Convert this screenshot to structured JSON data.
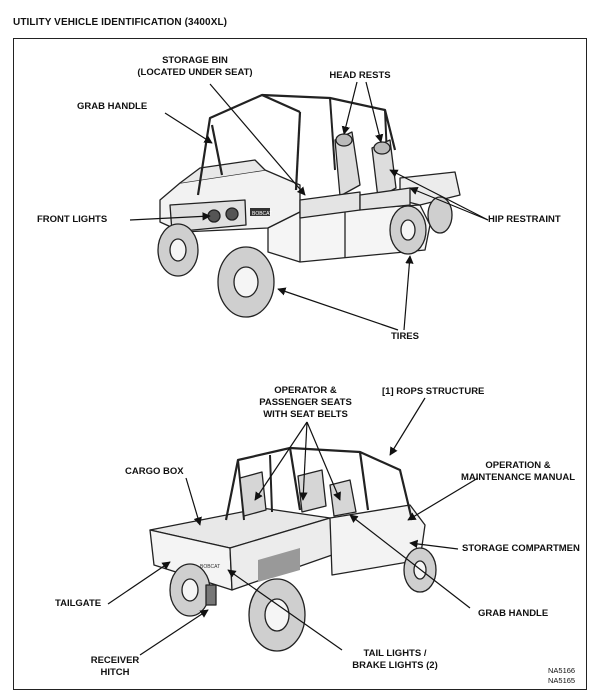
{
  "title": "UTILITY VEHICLE IDENTIFICATION (3400XL)",
  "top": {
    "storage_bin": "STORAGE BIN\n(LOCATED UNDER SEAT)",
    "head_rests": "HEAD RESTS",
    "grab_handle": "GRAB HANDLE",
    "front_lights": "FRONT LIGHTS",
    "hip_restraint": "HIP RESTRAINT",
    "tires": "TIRES"
  },
  "bottom": {
    "seats": "OPERATOR &\nPASSENGER SEATS\nWITH SEAT BELTS",
    "rops": "[1] ROPS STRUCTURE",
    "cargo_box": "CARGO BOX",
    "manual": "OPERATION &\nMAINTENANCE MANUAL",
    "storage_compartment": "STORAGE COMPARTMEN",
    "tailgate": "TAILGATE",
    "grab_handle": "GRAB HANDLE",
    "receiver_hitch": "RECEIVER\nHITCH",
    "tail_lights": "TAIL LIGHTS /\nBRAKE LIGHTS (2)"
  },
  "codes": {
    "a": "NA5166",
    "b": "NA5165"
  },
  "vehicle_badge": "BOBCAT"
}
